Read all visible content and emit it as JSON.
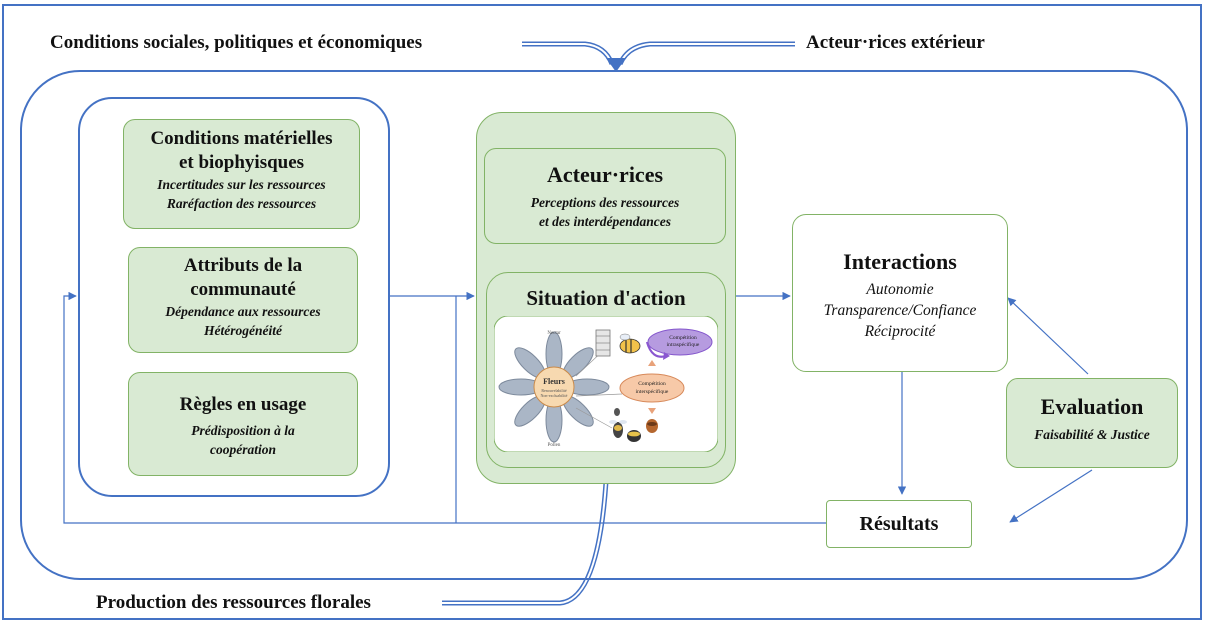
{
  "external": {
    "top_left": "Conditions sociales, politiques et économiques",
    "top_right": "Acteur·rices extérieur",
    "bottom": "Production des ressources florales"
  },
  "left": {
    "conditions": {
      "title_1": "Conditions matérielles",
      "title_2": "et biophyisques",
      "items": [
        "Incertitudes sur les ressources",
        "Raréfaction des ressources"
      ]
    },
    "attributs": {
      "title_1": "Attributs de la",
      "title_2": "communauté",
      "items": [
        "Dépendance aux ressources",
        "Hétérogénéité"
      ]
    },
    "regles": {
      "title": "Règles en usage",
      "items": [
        "Prédisposition à la",
        "coopération"
      ]
    }
  },
  "center": {
    "acteurs": {
      "title": "Acteur·rices",
      "items": [
        "Perceptions des ressources",
        "et des interdépendances"
      ]
    },
    "situation": {
      "title": "Situation d'action"
    },
    "illustration": {
      "nectar": "Nectar",
      "pollen": "Pollen",
      "fleurs": "Fleurs",
      "fleurs_sub_1": "Renouvelabilité",
      "fleurs_sub_2": "Non-excluabilité",
      "intra_1": "Compétition",
      "intra_2": "intraspécifique",
      "inter_1": "Compétition",
      "inter_2": "interspécifique"
    }
  },
  "interactions": {
    "title": "Interactions",
    "items": [
      "Autonomie",
      "Transparence/Confiance",
      "Réciprocité"
    ]
  },
  "evaluation": {
    "title": "Evaluation",
    "subtitle": "Faisabilité & Justice"
  },
  "resultats": {
    "title": "Résultats"
  },
  "colors": {
    "frame": "#4472c4",
    "green_fill": "#d9ead3",
    "green_border": "#82b366"
  }
}
